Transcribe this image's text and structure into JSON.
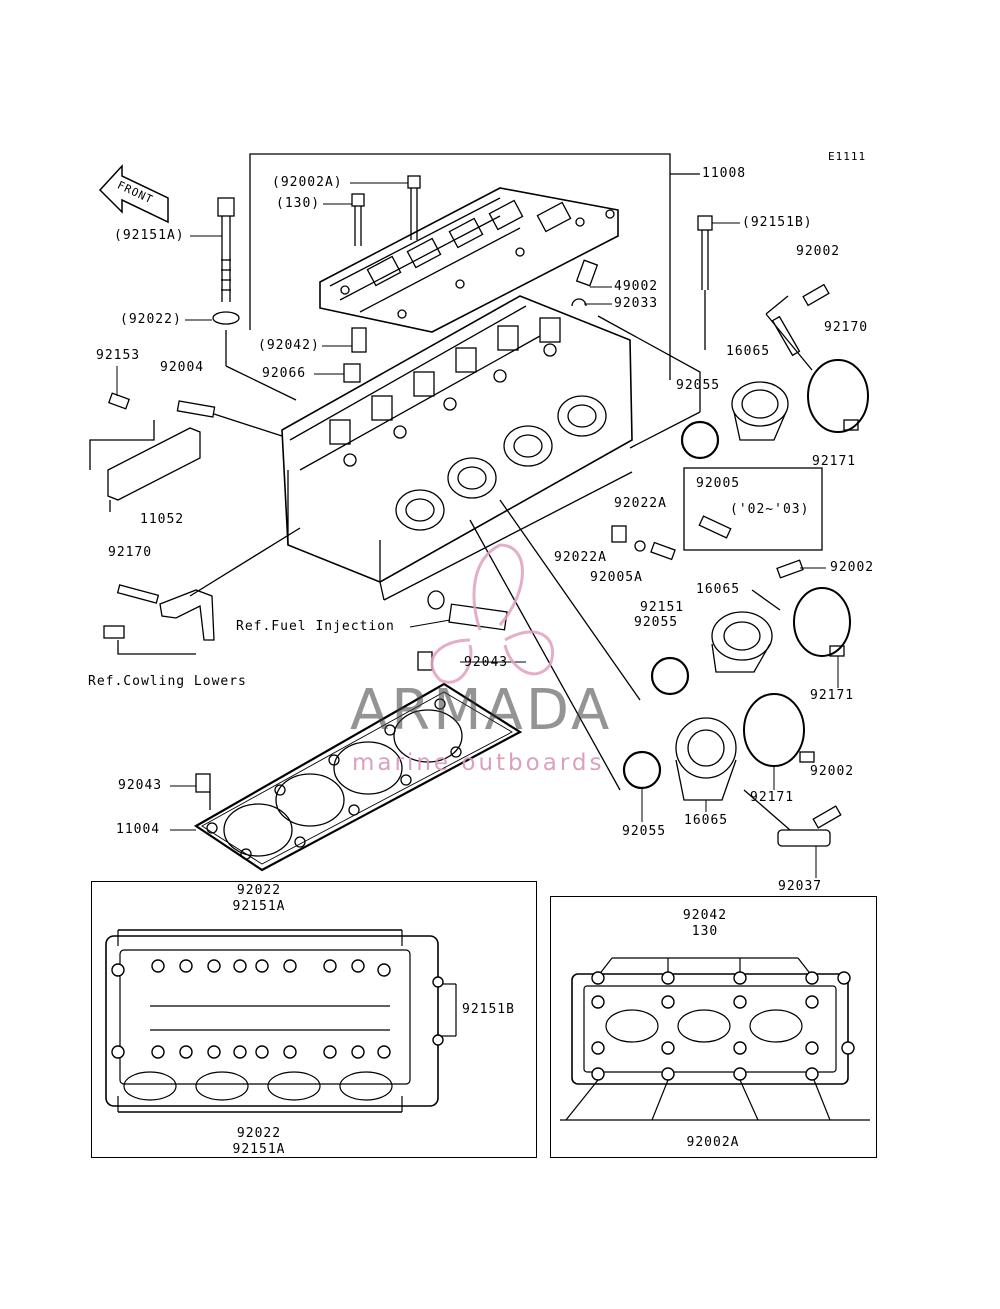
{
  "diagram_code": "E1111",
  "front_tag": "FRONT",
  "refs": {
    "fuel_injection": "Ref.Fuel Injection",
    "cowling_lowers": "Ref.Cowling Lowers"
  },
  "year_note": "('02~'03)",
  "watermark": {
    "title": "ARMADA",
    "subtitle": "marine outboards",
    "logo_color": "#e0a0c0"
  },
  "parts": {
    "p11008": "11008",
    "p92002A_top": "(92002A)",
    "p130_top": "(130)",
    "p92151B_top": "(92151B)",
    "p92151A_top": "(92151A)",
    "p92022_top": "(92022)",
    "p92042_top": "(92042)",
    "p92066": "92066",
    "p49002": "49002",
    "p92033": "92033",
    "p92002_a": "92002",
    "p92170_a": "92170",
    "p16065_a": "16065",
    "p92055_a": "92055",
    "p92171_a": "92171",
    "p92153": "92153",
    "p92004": "92004",
    "p11052": "11052",
    "p92005": "92005",
    "p92022A_a": "92022A",
    "p92022A_b": "92022A",
    "p92005A": "92005A",
    "p92151": "92151",
    "p92055_b": "92055",
    "p16065_b": "16065",
    "p92002_b": "92002",
    "p92170_b": "92170",
    "p92043_a": "92043",
    "p92171_b": "92171",
    "p92171_c": "92171",
    "p92002_c": "92002",
    "p92043_b": "92043",
    "p11004": "11004",
    "p92055_c": "92055",
    "p16065_c": "16065",
    "p92037": "92037"
  },
  "detail_left": {
    "top_line1": "92022",
    "top_line2": "92151A",
    "side": "92151B",
    "bottom_line1": "92022",
    "bottom_line2": "92151A"
  },
  "detail_right": {
    "top_line1": "92042",
    "top_line2": "130",
    "bottom": "92002A"
  }
}
